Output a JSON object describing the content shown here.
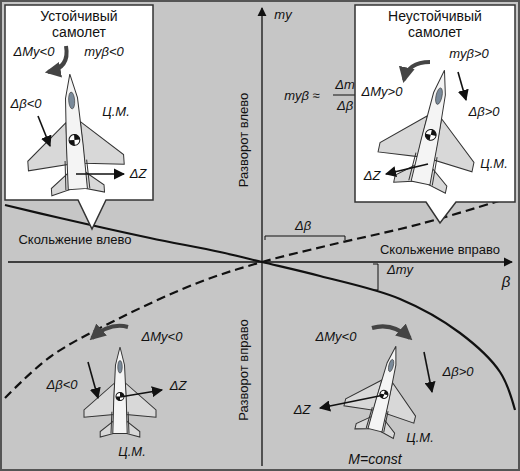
{
  "diagram": {
    "nodes": [
      {
        "text": [
          "Устойчивый самолет",
          "ΔMy<0",
          "myβ<0",
          "Δβ<0",
          "Ц.М.",
          "ΔZ"
        ]
      },
      {
        "text": [
          "Неустойчивый самолет",
          "myβ>0",
          "ΔMy>0",
          "Δβ>0",
          "Ц.М.",
          "ΔZ"
        ]
      }
    ],
    "labels": [
      "my",
      "Разворот влево",
      "myβ ≈",
      "Δm",
      "Δβ",
      "Скольжение влево",
      "Скольжение вправо",
      "Δβ",
      "Δmy",
      "β",
      "Разворот вправо",
      "ΔMy<0",
      "Δβ<0",
      "ΔZ",
      "Ц.М.",
      "ΔMy<0",
      "Δβ>0",
      "ΔZ",
      "Ц.М.",
      "M=const"
    ]
  }
}
